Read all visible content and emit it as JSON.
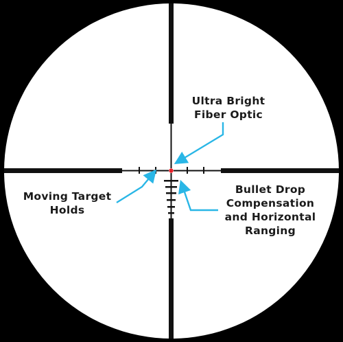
{
  "labels": {
    "fiber_optic": [
      "Ultra Bright",
      "Fiber Optic"
    ],
    "moving_target": [
      "Moving Target",
      "Holds"
    ],
    "bullet_drop": [
      "Bullet Drop",
      "Compensation",
      "and Horizontal",
      "Ranging"
    ]
  },
  "colors": {
    "background": "#000000",
    "scope_field": "#ffffff",
    "reticle": "#111111",
    "arrow": "#29b6e6",
    "center_dot": "#e8202a"
  },
  "icons": {
    "center_dot": "fiber-optic-dot-icon",
    "arrows": "pointer-arrow-icon"
  }
}
